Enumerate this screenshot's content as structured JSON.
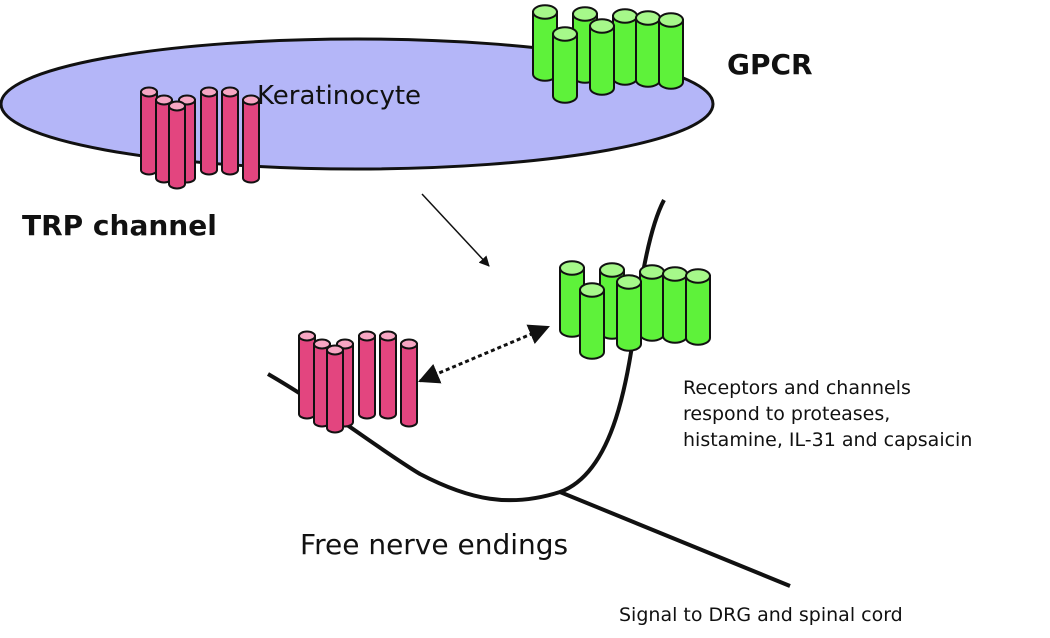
{
  "labels": {
    "keratinocyte": "Keratinocyte",
    "gpcr": "GPCR",
    "trp_channel": "TRP channel",
    "free_nerve_endings": "Free nerve endings",
    "receptors_line1": "Receptors and channels",
    "receptors_line2": "respond to proteases,",
    "receptors_line3": "histamine, IL-31 and capsaicin",
    "signal": "Signal to DRG and spinal cord"
  },
  "colors": {
    "cell_fill": "#b4b6f8",
    "gpcr_fill": "#5ef23a",
    "gpcr_top": "#a6f88a",
    "trp_fill": "#e3457f",
    "trp_top": "#f7a6c3",
    "outline": "#111111"
  }
}
